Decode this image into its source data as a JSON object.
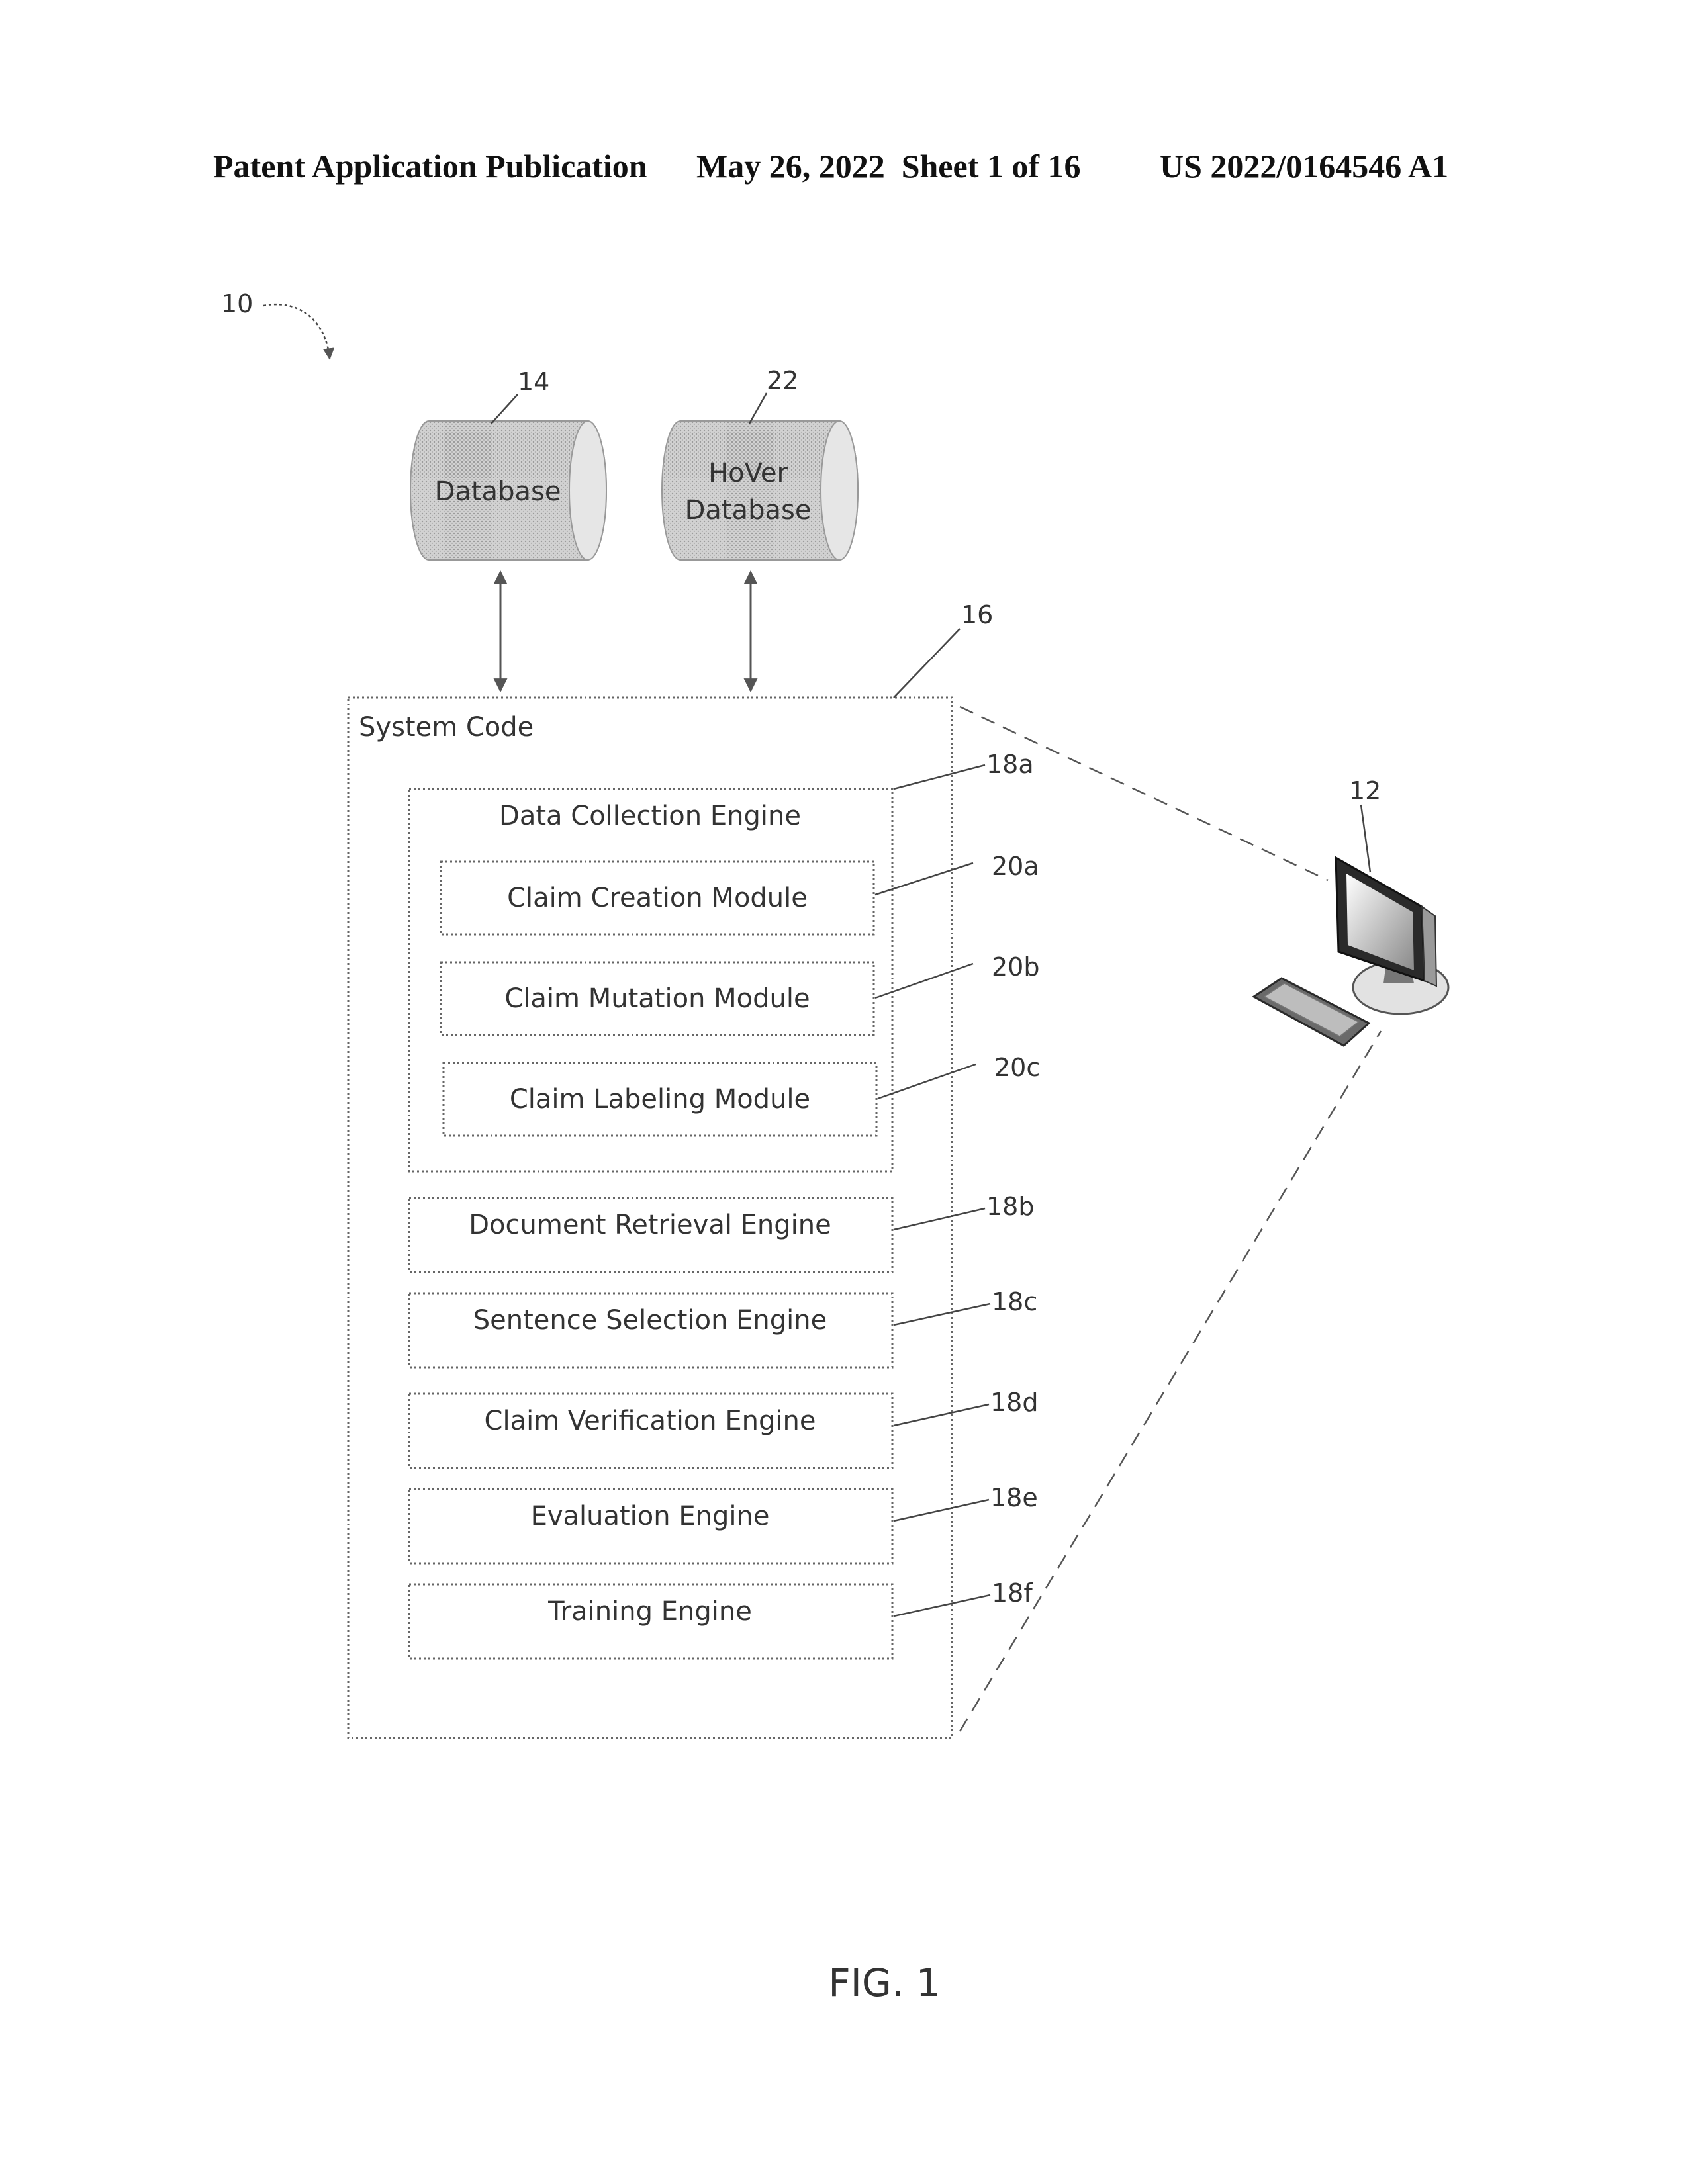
{
  "header": {
    "publication": "Patent Application Publication",
    "date_sheet": "May 26, 2022  Sheet 1 of 16",
    "number": "US 2022/0164546 A1"
  },
  "refs": {
    "system": "10",
    "database": "14",
    "hover_database": "22",
    "system_code": "16",
    "computer": "12",
    "data_collection": "18a",
    "claim_creation": "20a",
    "claim_mutation": "20b",
    "claim_labeling": "20c",
    "document_retrieval": "18b",
    "sentence_selection": "18c",
    "claim_verification": "18d",
    "evaluation": "18e",
    "training": "18f"
  },
  "labels": {
    "database": "Database",
    "hover_line1": "HoVer",
    "hover_line2": "Database",
    "system_code": "System Code",
    "data_collection": "Data Collection Engine",
    "claim_creation": "Claim Creation Module",
    "claim_mutation": "Claim Mutation Module",
    "claim_labeling": "Claim Labeling Module",
    "document_retrieval": "Document Retrieval Engine",
    "sentence_selection": "Sentence Selection Engine",
    "claim_verification": "Claim Verification Engine",
    "evaluation": "Evaluation Engine",
    "training": "Training Engine"
  },
  "figure_label": "FIG. 1"
}
